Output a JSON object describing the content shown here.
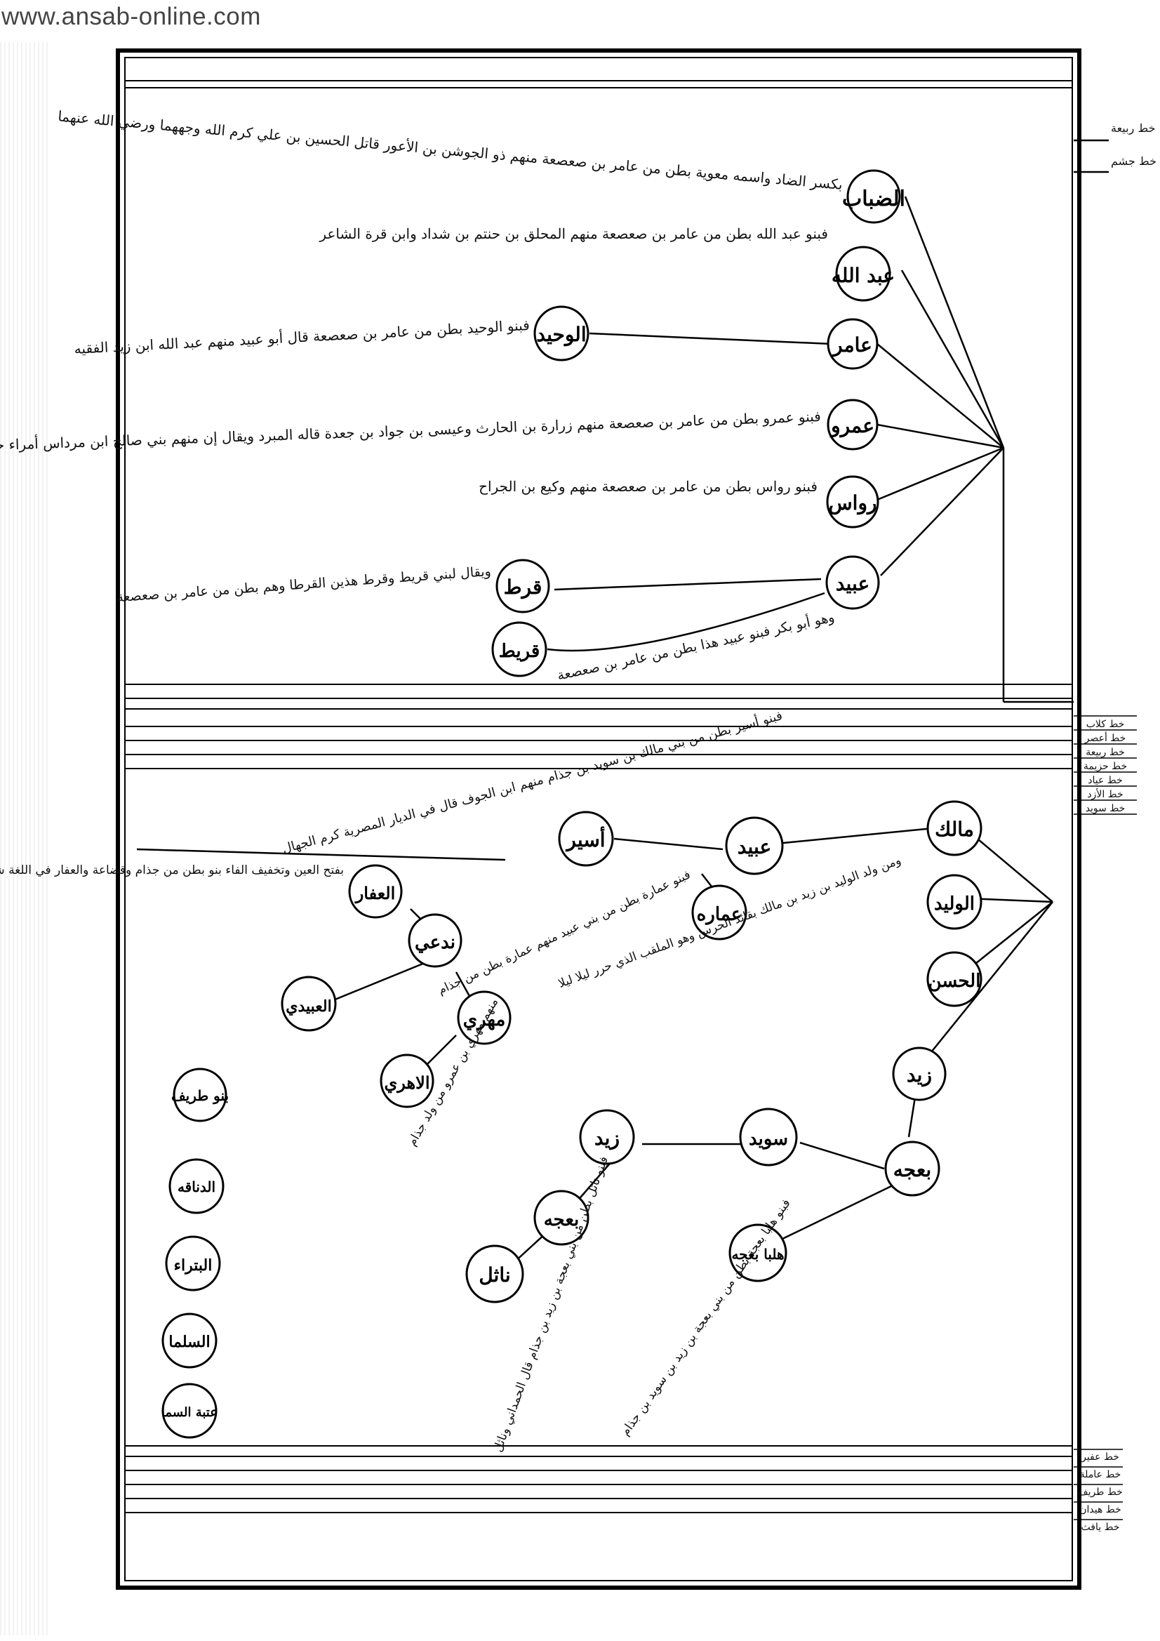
{
  "watermark": "www.ansab-online.com",
  "sections": [
    {
      "id": "upper",
      "right_tags": [
        "خط ربيعة",
        "خط جشم"
      ],
      "nodes": [
        {
          "label": "الضباب",
          "note": "بكسر الضاد واسمه معوية بطن من عامر بن صعصعة منهم ذو الجوشن بن الأعور قاتل الحسين بن علي كرم الله وجههما ورضي الله عنهما"
        },
        {
          "label": "عبد الله",
          "note": "فبنو عبد الله بطن من عامر بن صعصعة منهم المحلق بن حنتم بن شداد وابن قرة الشاعر"
        },
        {
          "label": "عامر",
          "note": ""
        },
        {
          "label": "الوحيد",
          "note": "فبنو الوحيد بطن من عامر بن صعصعة قال أبو عبيد منهم عبد الله ابن زيد الفقيه"
        },
        {
          "label": "عمرو",
          "note": "فبنو عمرو بطن من عامر بن صعصعة منهم زرارة بن الحارث وعيسى بن جواد بن جعدة قاله المبرد ويقال إن منهم بني صالح ابن مرداس أمراء حلب في الزمن المتقدم"
        },
        {
          "label": "رواس",
          "note": "فبنو رواس بطن من عامر بن صعصعة منهم وكيع بن الجراح"
        },
        {
          "label": "عبيد",
          "note": "وهو أبو بكر فبنو عبيد هذا بطن من عامر بن صعصعة"
        },
        {
          "label": "قرط",
          "note": "ويقال لبني قريط وقرط هذين القرطا وهم بطن من عامر بن صعصعة"
        },
        {
          "label": "قريط",
          "note": ""
        }
      ]
    },
    {
      "id": "lower",
      "right_tags": [
        "خط كلاب",
        "خط أعصر",
        "خط ربيعة",
        "خط حزيمة",
        "خط عياد",
        "خط الأزد",
        "خط سويد"
      ],
      "bottom_tags": [
        "خط عفير",
        "خط عاملة",
        "خط طريف",
        "خط هيدان",
        "خط يافث"
      ],
      "nodes": [
        {
          "label": "مالك",
          "note": ""
        },
        {
          "label": "عبيد",
          "note": ""
        },
        {
          "label": "أسير",
          "note": "فبنو أسير بطن من بني مالك بن سويد بن جذام منهم ابن الجوف قال في الديار المصرية كرم الجهال"
        },
        {
          "label": "الوليد",
          "note": "ومن ولد الوليد بن زيد بن مالك بقائد الحرس وهو الملقب الذي حرر ليلا ليلا"
        },
        {
          "label": "عماره",
          "note": "فبنو عمارة بطن من بني عبيد منهم عمارة بطن من جذام"
        },
        {
          "label": "العفار",
          "note": "بفتح العين وتخفيف الفاء بنو بطن من جذام وقضاعة والعفار في اللغة شجر تقدح منه النار"
        },
        {
          "label": "ندعي",
          "note": ""
        },
        {
          "label": "العبيدي",
          "note": ""
        },
        {
          "label": "مهري",
          "note": "منهم مهري بن عمرو من ولد جذام"
        },
        {
          "label": "الاهري",
          "note": ""
        },
        {
          "label": "الحسن",
          "note": ""
        },
        {
          "label": "زيد",
          "note": ""
        },
        {
          "label": "بنو طريف",
          "note": ""
        },
        {
          "label": "سويد",
          "note": ""
        },
        {
          "label": "زيد",
          "note": ""
        },
        {
          "label": "بعجه",
          "note": ""
        },
        {
          "label": "الدناقه",
          "note": ""
        },
        {
          "label": "بعجه",
          "note": ""
        },
        {
          "label": "البتراء",
          "note": ""
        },
        {
          "label": "ناثل",
          "note": "فبنو ناثل بطن من بني بعجة بن زيد بن جذام قال الحمداني وناثل"
        },
        {
          "label": "هلبا بعجه",
          "note": "فبنو هلبا بعجة بطن من بني بعجة بن زيد بن سويد بن جذام"
        },
        {
          "label": "السلما",
          "note": ""
        },
        {
          "label": "عتبة السما",
          "note": ""
        }
      ]
    }
  ]
}
